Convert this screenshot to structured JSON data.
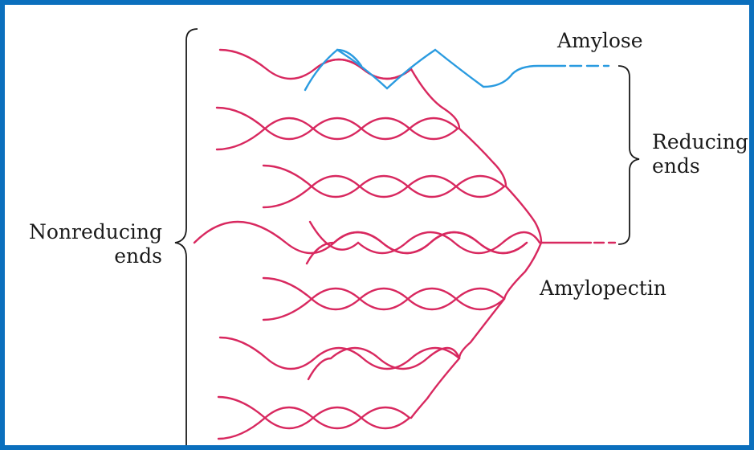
{
  "labels": {
    "amylose": "Amylose",
    "reducing_line1": "Reducing",
    "reducing_line2": "ends",
    "nonreducing_line1": "Nonreducing",
    "nonreducing_line2": "ends",
    "amylopectin": "Amylopectin"
  },
  "colors": {
    "amylose": "#2a9be0",
    "amylopectin": "#d8285f",
    "brace": "#1a1a1a",
    "frame": "#0b6fbd"
  }
}
